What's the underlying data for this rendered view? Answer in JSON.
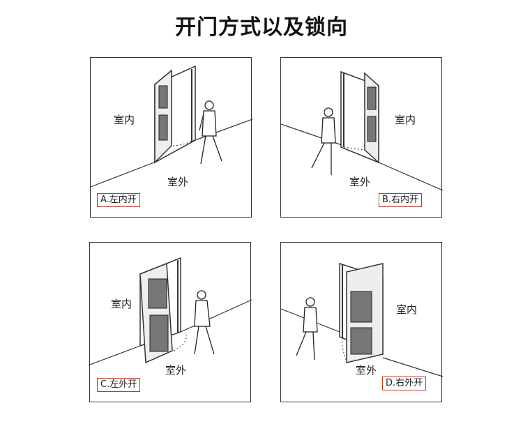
{
  "title": "开门方式以及锁向",
  "panels": [
    {
      "indoor": "室内",
      "outdoor": "室外",
      "caption": "A.左内开"
    },
    {
      "indoor": "室内",
      "outdoor": "室外",
      "caption": "B.右内开"
    },
    {
      "indoor": "室内",
      "outdoor": "室外",
      "caption": "C.左外开"
    },
    {
      "indoor": "室内",
      "outdoor": "室外",
      "caption": "D.右外开"
    }
  ],
  "colors": {
    "frame": "#333333",
    "caption_border": "#c0392b",
    "glass": "#555555"
  }
}
